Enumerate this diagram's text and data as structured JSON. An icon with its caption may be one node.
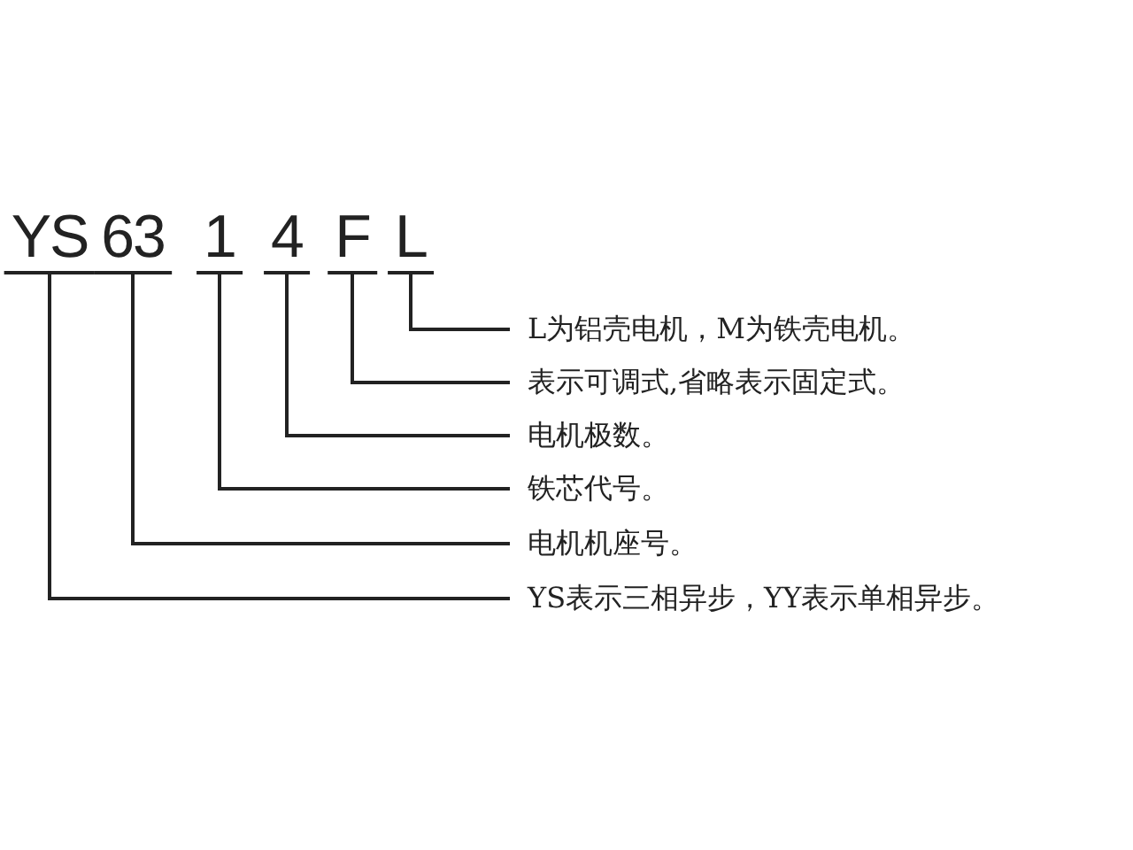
{
  "diagram": {
    "nodes": [
      {
        "text": [
          "YS"
        ]
      },
      {
        "text": [
          "63"
        ]
      },
      {
        "text": [
          "1"
        ]
      },
      {
        "text": [
          "4"
        ]
      },
      {
        "text": [
          "F"
        ]
      },
      {
        "text": [
          "L"
        ]
      },
      {
        "text": [
          "L为铝壳电机，M为铁壳电机。"
        ]
      },
      {
        "text": [
          "表示可调式,省略表示固定式。"
        ]
      },
      {
        "text": [
          "电机极数。"
        ]
      },
      {
        "text": [
          "铁芯代号。"
        ]
      },
      {
        "text": [
          "电机机座号。"
        ]
      },
      {
        "text": [
          "YS表示三相异步，YY表示单相异步。"
        ]
      }
    ],
    "edges": [
      {
        "from": 5,
        "to": 6,
        "arrow": "none"
      },
      {
        "from": 4,
        "to": 7,
        "arrow": "none"
      },
      {
        "from": 3,
        "to": 8,
        "arrow": "none"
      },
      {
        "from": 2,
        "to": 9,
        "arrow": "none"
      },
      {
        "from": 1,
        "to": 10,
        "arrow": "none"
      },
      {
        "from": 0,
        "to": 11,
        "arrow": "none"
      }
    ]
  }
}
